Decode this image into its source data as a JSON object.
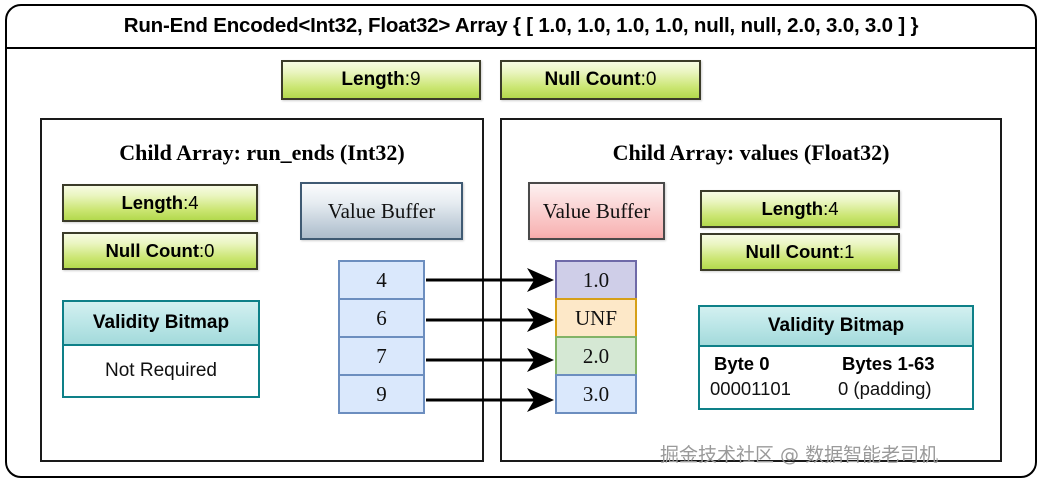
{
  "title": "Run-End Encoded<Int32, Float32> Array { [ 1.0, 1.0, 1.0, 1.0, null, null, 2.0, 3.0, 3.0 ] }",
  "top_stats": [
    {
      "label": "Length",
      "value": "9",
      "sep": ": "
    },
    {
      "label": "Null Count",
      "value": "0",
      "sep": ": "
    }
  ],
  "run_ends_panel": {
    "title": "Child Array: run_ends (Int32)",
    "length": {
      "label": "Length",
      "value": "4",
      "sep": ": "
    },
    "null_count": {
      "label": "Null Count",
      "value": "0",
      "sep": ": "
    },
    "value_buffer_label": "Value Buffer",
    "cells": [
      "4",
      "6",
      "7",
      "9"
    ],
    "validity_bitmap": {
      "header": "Validity Bitmap",
      "body": "Not Required"
    }
  },
  "values_panel": {
    "title": "Child Array: values (Float32)",
    "length": {
      "label": "Length",
      "value": "4",
      "sep": ": "
    },
    "null_count": {
      "label": "Null Count",
      "value": "1",
      "sep": ": "
    },
    "value_buffer_label": "Value Buffer",
    "cells": [
      {
        "text": "1.0",
        "bg": "#cfcee8",
        "border": "#6f6aa8"
      },
      {
        "text": "UNF",
        "bg": "#fde8c8",
        "border": "#d6a018"
      },
      {
        "text": "2.0",
        "bg": "#d5e8d4",
        "border": "#82b366"
      },
      {
        "text": "3.0",
        "bg": "#dae8fc",
        "border": "#6c8ebf"
      }
    ],
    "validity_bitmap": {
      "header": "Validity Bitmap",
      "col_headers": [
        "Byte 0",
        "Bytes 1-63"
      ],
      "values": [
        "00001101",
        "0 (padding)"
      ]
    }
  },
  "watermark": "掘金技术社区 @ 数据智能老司机",
  "colors": {
    "badge_green_top": "#f7fbe3",
    "badge_green_bottom": "#b3d94d",
    "teal_header": "#bde7e8",
    "teal_border": "#0e8088",
    "buffer_blue": "#b9c7d4",
    "buffer_pink": "#f8b6b6",
    "cell_blue": "#dae8fc",
    "cell_blue_border": "#6c8ebf"
  }
}
